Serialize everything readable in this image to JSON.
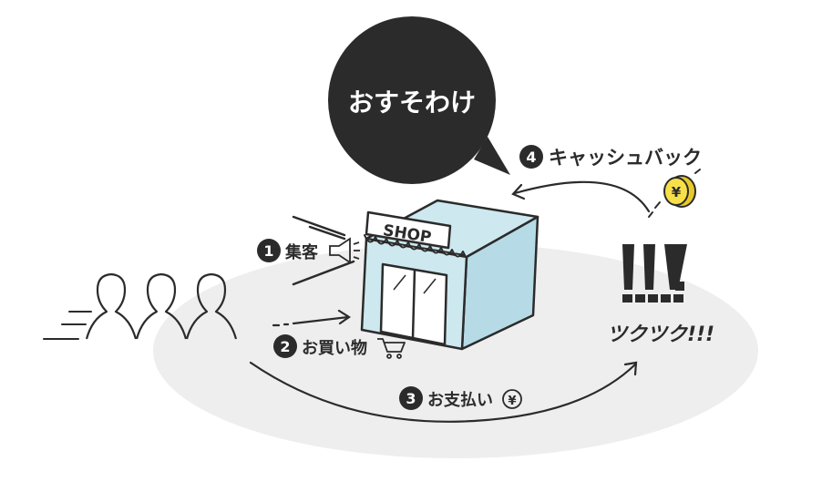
{
  "bubble": {
    "text": "おすそわけ"
  },
  "shop": {
    "sign": "SHOP"
  },
  "steps": [
    {
      "number": "1",
      "label": "集客"
    },
    {
      "number": "2",
      "label": "お買い物"
    },
    {
      "number": "3",
      "label": "お支払い"
    },
    {
      "number": "4",
      "label": "キャッシュバック"
    }
  ],
  "brand": {
    "mark": "!!!",
    "name": "ツクツク!!!"
  },
  "currency": {
    "symbol": "¥"
  },
  "icons": [
    "megaphone-icon",
    "shopping-cart-icon",
    "yen-icon",
    "coin-icon"
  ],
  "colors": {
    "ground": "#eeeeee",
    "ink": "#2b2b2b",
    "shop": "#cde8ef",
    "coin": "#e8c92c"
  }
}
